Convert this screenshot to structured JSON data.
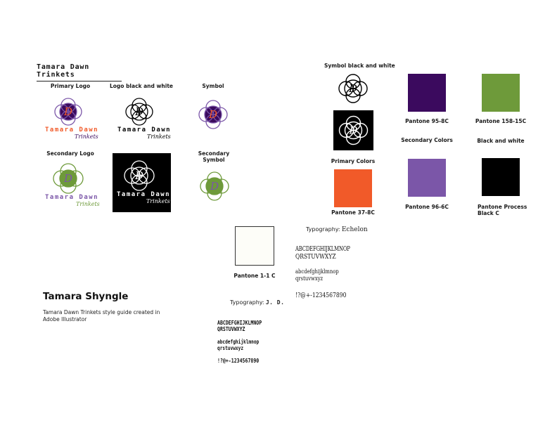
{
  "header": {
    "title": "Tamara Dawn Trinkets"
  },
  "logos": {
    "primary_logo_label": "Primary Logo",
    "logo_bw_label": "Logo black and white",
    "symbol_label": "Symbol",
    "secondary_logo_label": "Secondary Logo",
    "secondary_symbol_label": "Secondary Symbol",
    "symbol_bw_label": "Symbol black and white",
    "letter": "D",
    "wordmark_top": "Tamara Dawn",
    "wordmark_bottom": "Trinkets"
  },
  "colors": {
    "primary_colors_label": "Primary Colors",
    "secondary_colors_label": "Secondary Colors",
    "black_white_label": "Black and white",
    "swatches": {
      "purple": {
        "name": "Pantone 95-8C",
        "hex": "#3b0a5e"
      },
      "green": {
        "name": "Pantone 158-15C",
        "hex": "#6e9a3a"
      },
      "orange": {
        "name": "Pantone 37-8C",
        "hex": "#f15a29"
      },
      "violet": {
        "name": "Pantone 96-6C",
        "hex": "#7b56a8"
      },
      "black": {
        "name_line1": "Pantone Process",
        "name_line2": "Black C",
        "hex": "#000000"
      },
      "white": {
        "name": "Pantone 1-1 C",
        "hex": "#fdfdf8"
      }
    }
  },
  "typography": {
    "echelon": {
      "label": "Typography:",
      "font_name": "Echelon",
      "upper1": "ABCDEFGHIJKLMNOP",
      "upper2": "QRSTUVWXYZ",
      "lower1": "abcdefghijklmnop",
      "lower2": "qrstuvwxyz",
      "numbers": "!?@+-1234567890"
    },
    "jd": {
      "label": "Typography:",
      "font_name": "J. D.",
      "upper1": "ABCDEFGHIJKLMNOP",
      "upper2": "QRSTUVWXYZ",
      "lower1": "abcdefghijklmnop",
      "lower2": "qrstuvwxyz",
      "numbers": "!?@+-1234567890"
    }
  },
  "author": {
    "name": "Tamara Shyngle",
    "description": "Tamara Dawn Trinkets style guide created in Adobe Illustrator"
  }
}
